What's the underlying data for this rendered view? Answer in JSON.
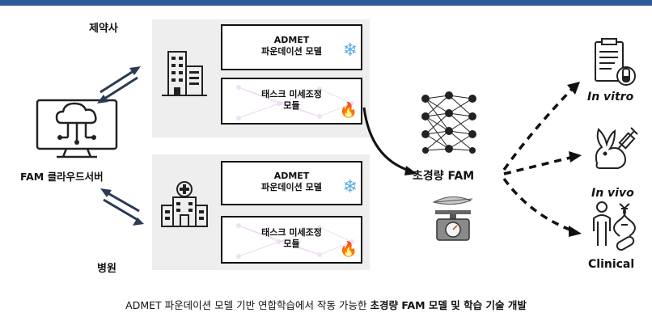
{
  "labels": {
    "pharma": "제약사",
    "hospital": "병원",
    "server": "FAM 클라우드서버",
    "model": "초경량 FAM",
    "invitro": "In vitro",
    "invivo": "In vivo",
    "clinical": "Clinical"
  },
  "cards": {
    "admet_line1": "ADMET",
    "admet_line2": "파운데이션 모델",
    "task_line1": "태스크 미세조정",
    "task_line2": "모듈"
  },
  "caption": {
    "normal": "ADMET 파운데이션 모델 기반 연합학습에서 작동 가능한 ",
    "bold": "초경량 FAM 모델 및 학습 기술 개발"
  },
  "icons": {
    "building": "office-building-icon",
    "hospital": "hospital-icon",
    "server": "cloud-computer-icon",
    "freeze": "snowflake-icon",
    "train": "fire-icon",
    "network": "neural-network-icon",
    "scale": "scale-feather-icon",
    "report": "clipboard-test-tube-icon",
    "rabbit": "rabbit-syringe-icon",
    "human": "human-dna-pill-icon"
  },
  "colors": {
    "topbar": "#2e5a96",
    "arrows": "#2b3a55",
    "snow": "#5aaee0",
    "fire": "#e8451a"
  }
}
